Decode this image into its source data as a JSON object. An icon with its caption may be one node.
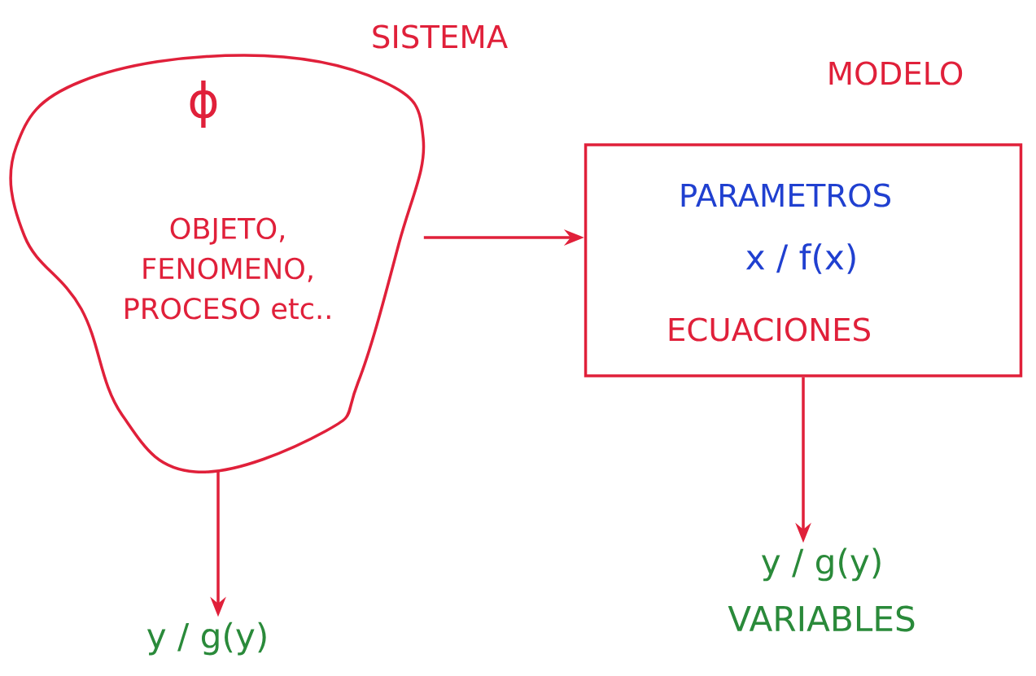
{
  "diagram": {
    "nodes": [
      {
        "text": [
          "SISTEMA",
          "ϕ",
          "OBJETO, FENOMENO, PROCESO etc.."
        ]
      },
      {
        "text": [
          "MODELO",
          "PARAMETROS",
          "x / f(x)",
          "ECUACIONES"
        ]
      },
      {
        "text": [
          "y / g(y)"
        ]
      },
      {
        "text": [
          "y / g(y)",
          "VARIABLES"
        ]
      }
    ],
    "edges": [
      {
        "from": 0,
        "to": 1,
        "arrow": "to"
      },
      {
        "from": 0,
        "to": 2,
        "arrow": "to"
      },
      {
        "from": 1,
        "to": 3,
        "arrow": "to"
      }
    ]
  }
}
